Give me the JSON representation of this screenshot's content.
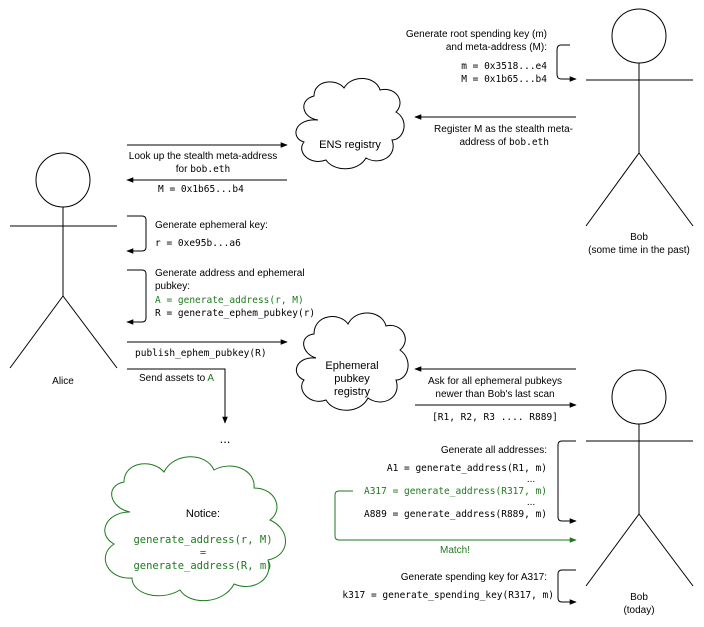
{
  "actors": {
    "alice": "Alice",
    "bob_past_line1": "Bob",
    "bob_past_line2": "(some time in the past)",
    "bob_today_line1": "Bob",
    "bob_today_line2": "(today)"
  },
  "clouds": {
    "ens": "ENS registry",
    "ephem_line1": "Ephemeral",
    "ephem_line2": "pubkey",
    "ephem_line3": "registry",
    "notice_title": "Notice:",
    "notice_line1": "generate_address(r, M)",
    "notice_line2": "=",
    "notice_line3": "generate_address(R, m)"
  },
  "bob_past": {
    "gen_root_line1": "Generate root spending key (m)",
    "gen_root_line2": "and meta-address (M):",
    "m_value": "m = 0x3518...e4",
    "M_value": "M = 0x1b65...b4",
    "register_line1": "Register M as the stealth meta-",
    "register_line2_prefix": "address of ",
    "register_line2_code": "bob.eth"
  },
  "alice": {
    "lookup_line1": "Look up the stealth meta-address",
    "lookup_line2_prefix": "for ",
    "lookup_line2_code": "bob.eth",
    "M_result": "M = 0x1b65...b4",
    "gen_ephem_key": "Generate ephemeral key:",
    "r_value": "r = 0xe95b...a6",
    "gen_addr_line1": "Generate address and ephemeral",
    "gen_addr_line2": "pubkey:",
    "A_code": "A = generate_address(r, M)",
    "R_code": "R = generate_ephem_pubkey(r)",
    "publish_code": "publish_ephem_pubkey(R)",
    "send_prefix": "Send assets to ",
    "send_code": "A",
    "ellipsis": "..."
  },
  "bob_today": {
    "ask_line1": "Ask for all ephemeral pubkeys",
    "ask_line2": "newer than Bob's last scan",
    "r_list": "[R1, R2, R3 .... R889]",
    "gen_all": "Generate all addresses:",
    "a1_code": "A1 = generate_address(R1, m)",
    "dots1": "...",
    "a317_code": "A317 = generate_address(R317, m)",
    "dots2": "...",
    "a889_code": "A889 = generate_address(R889, m)",
    "match": "Match!",
    "gen_spend": "Generate spending key for A317:",
    "k317_code": "k317 = generate_spending_key(R317, m)"
  }
}
